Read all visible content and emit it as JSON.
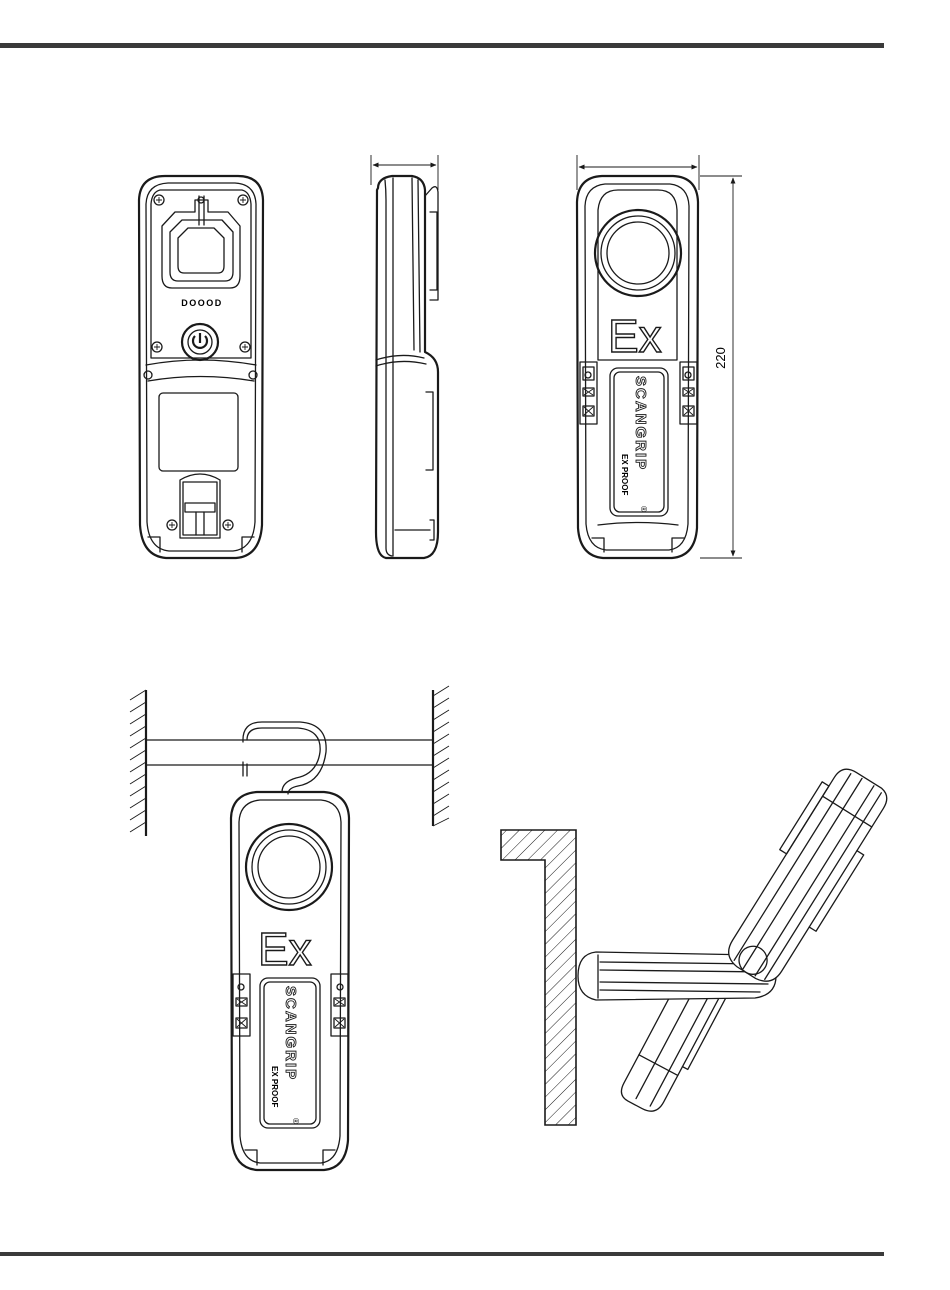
{
  "figure": {
    "dimension_height_label": "220",
    "button_dots_label": "DOOOD",
    "ex_mark": "Ex",
    "brand_label": "SCANGRIP",
    "registered_mark": "®",
    "model_label": "EX PROOF"
  },
  "colors": {
    "line": "#1a1a1a",
    "rule": "#3a3a3a",
    "background": "#ffffff"
  }
}
